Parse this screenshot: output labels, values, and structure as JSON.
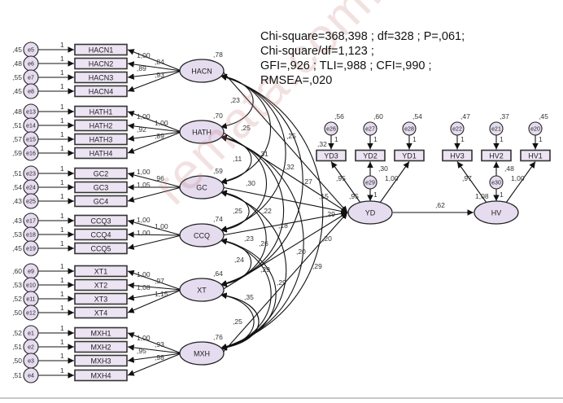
{
  "fit_indices": {
    "line1": "Chi-square=368,398 ; df=328 ; P=,061;",
    "line2": "Chi-square/df=1,123 ;",
    "line3": "GFI=,926 ; TLI=,988 ; CFI=,990 ;",
    "line4": "RMSEA=,020"
  },
  "watermark": "remata.com.vn",
  "factors": [
    {
      "name": "HACN",
      "variance": ",78",
      "items": [
        {
          "label": "HACN1",
          "error": "e5",
          "error_var": ",45",
          "fixed": "1",
          "loading": "1,00"
        },
        {
          "label": "HACN2",
          "error": "e6",
          "error_var": ",48",
          "fixed": "1",
          "loading": ",84"
        },
        {
          "label": "HACN3",
          "error": "e7",
          "error_var": ",55",
          "fixed": "1",
          "loading": ",89"
        },
        {
          "label": "HACN4",
          "error": "e8",
          "error_var": ",45",
          "fixed": "1",
          "loading": ",93"
        }
      ]
    },
    {
      "name": "HATH",
      "variance": ",70",
      "items": [
        {
          "label": "HATH1",
          "error": "e13",
          "error_var": ",48",
          "fixed": "1",
          "loading": "1,00"
        },
        {
          "label": "HATH2",
          "error": "e14",
          "error_var": ",51",
          "fixed": "1",
          "loading": "1,00"
        },
        {
          "label": "HATH3",
          "error": "e15",
          "error_var": ",57",
          "fixed": "1",
          "loading": ",92"
        },
        {
          "label": "HATH4",
          "error": "e16",
          "error_var": ",59",
          "fixed": "1",
          "loading": ",89"
        }
      ]
    },
    {
      "name": "GC",
      "variance": ",59",
      "items": [
        {
          "label": "GC2",
          "error": "e23",
          "error_var": ",51",
          "fixed": "1",
          "loading": "1,00"
        },
        {
          "label": "GC3",
          "error": "e24",
          "error_var": ",54",
          "fixed": "1",
          "loading": ",96"
        },
        {
          "label": "GC4",
          "error": "e25",
          "error_var": ",43",
          "fixed": "1",
          "loading": "1,05"
        }
      ]
    },
    {
      "name": "CCQ",
      "variance": ",74",
      "items": [
        {
          "label": "CCQ3",
          "error": "e17",
          "error_var": ",43",
          "fixed": "1",
          "loading": "1,00"
        },
        {
          "label": "CCQ4",
          "error": "e18",
          "error_var": ",53",
          "fixed": "1",
          "loading": "1,00"
        },
        {
          "label": "CCQ5",
          "error": "e19",
          "error_var": ",45",
          "fixed": "1",
          "loading": "1,00"
        }
      ]
    },
    {
      "name": "XT",
      "variance": ",64",
      "items": [
        {
          "label": "XT1",
          "error": "e9",
          "error_var": ",60",
          "fixed": "1",
          "loading": "1,00"
        },
        {
          "label": "XT2",
          "error": "e10",
          "error_var": ",53",
          "fixed": "1",
          "loading": ",97"
        },
        {
          "label": "XT3",
          "error": "e11",
          "error_var": ",52",
          "fixed": "1",
          "loading": "1,08"
        },
        {
          "label": "XT4",
          "error": "e12",
          "error_var": ",50",
          "fixed": "1",
          "loading": "1,15"
        }
      ]
    },
    {
      "name": "MXH",
      "variance": ",76",
      "items": [
        {
          "label": "MXH1",
          "error": "e1",
          "error_var": ",52",
          "fixed": "1",
          "loading": "1,00"
        },
        {
          "label": "MXH2",
          "error": "e2",
          "error_var": ",51",
          "fixed": "1",
          "loading": ",93"
        },
        {
          "label": "MXH3",
          "error": "e3",
          "error_var": ",50",
          "fixed": "1",
          "loading": ",95"
        },
        {
          "label": "MXH4",
          "error": "e4",
          "error_var": ",51",
          "fixed": "1",
          "loading": ",98"
        }
      ]
    }
  ],
  "covariances": [
    {
      "from": "HACN",
      "to": "HATH",
      "value": ",23"
    },
    {
      "from": "HACN",
      "to": "GC",
      "value": ",25"
    },
    {
      "from": "HACN",
      "to": "CCQ",
      "value": ",31"
    },
    {
      "from": "HACN",
      "to": "XT",
      "value": ",32"
    },
    {
      "from": "HACN",
      "to": "MXH",
      "value": ",27"
    },
    {
      "from": "HATH",
      "to": "GC",
      "value": ",11"
    },
    {
      "from": "HATH",
      "to": "CCQ",
      "value": ",30"
    },
    {
      "from": "HATH",
      "to": "XT",
      "value": ",22"
    },
    {
      "from": "HATH",
      "to": "MXH",
      "value": ",18"
    },
    {
      "from": "GC",
      "to": "CCQ",
      "value": ",25"
    },
    {
      "from": "GC",
      "to": "XT",
      "value": ",23"
    },
    {
      "from": "GC",
      "to": "MXH",
      "value": ",20"
    },
    {
      "from": "CCQ",
      "to": "XT",
      "value": ",24"
    },
    {
      "from": "CCQ",
      "to": "MXH",
      "value": ",29"
    },
    {
      "from": "XT",
      "to": "MXH",
      "value": ",29"
    },
    {
      "from": "XT",
      "to": "MXH2",
      "value": ",35"
    },
    {
      "from": "MXH",
      "to": "XT2",
      "value": ",25"
    },
    {
      "from": "CCQ",
      "to": "MXH2",
      "value": ",26"
    }
  ],
  "structural_paths": [
    {
      "from": "HACN",
      "to": "YD",
      "value": ",25"
    },
    {
      "from": "HATH",
      "to": "YD",
      "value": ",32"
    },
    {
      "from": "GC",
      "to": "YD",
      "value": ",15"
    },
    {
      "from": "CCQ",
      "to": "YD",
      "value": ",29"
    },
    {
      "from": "XT",
      "to": "YD",
      "value": ",20"
    },
    {
      "from": "MXH",
      "to": "YD",
      "value": ",29"
    },
    {
      "from": "YD",
      "to": "HV",
      "value": ",62"
    }
  ],
  "endogenous": [
    {
      "name": "YD",
      "disturbance": "e29",
      "disturbance_var": ",30",
      "fixed": "1",
      "items": [
        {
          "label": "YD3",
          "error": "e26",
          "error_var": ",56",
          "fixed": "1",
          "loading": ",95"
        },
        {
          "label": "YD2",
          "error": "e27",
          "error_var": ",60",
          "fixed": "1",
          "loading": ",95"
        },
        {
          "label": "YD1",
          "error": "e28",
          "error_var": ",54",
          "fixed": "1",
          "loading": "1,00"
        }
      ]
    },
    {
      "name": "HV",
      "disturbance": "e30",
      "disturbance_var": ",48",
      "fixed": "1",
      "items": [
        {
          "label": "HV3",
          "error": "e22",
          "error_var": ",47",
          "fixed": "1",
          "loading": ",97"
        },
        {
          "label": "HV2",
          "error": "e21",
          "error_var": ",37",
          "fixed": "1",
          "loading": "1,08"
        },
        {
          "label": "HV1",
          "error": "e20",
          "error_var": ",45",
          "fixed": "1",
          "loading": "1,00"
        }
      ]
    }
  ],
  "colors": {
    "node_fill": "#e6dcef",
    "box_fill": "#ece3f3",
    "line": "#111111",
    "watermark": "#c47878"
  }
}
